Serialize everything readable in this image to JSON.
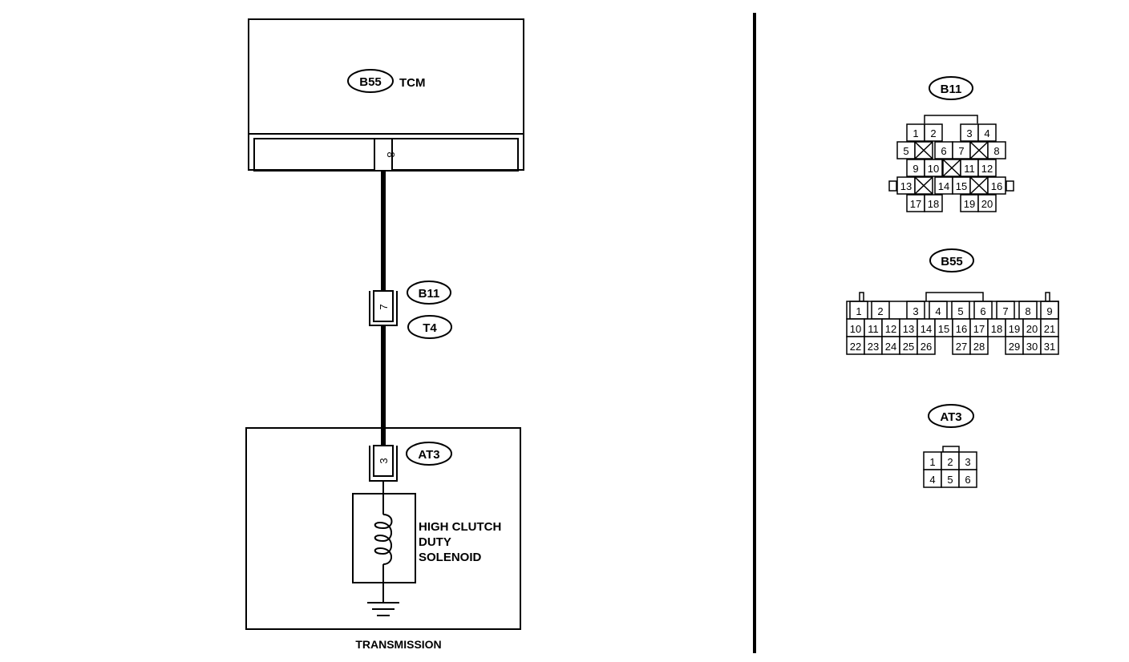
{
  "tcm": {
    "connector": "B55",
    "label": "TCM",
    "pin": "8"
  },
  "joint": {
    "connector_top": "B11",
    "connector_bottom": "T4",
    "pin": "7"
  },
  "transmission": {
    "label": "TRANSMISSION",
    "connector": "AT3",
    "pin": "3",
    "solenoid_lines": [
      "HIGH CLUTCH",
      "DUTY",
      "SOLENOID"
    ]
  },
  "connector_views": {
    "b11": {
      "name": "B11",
      "pins": [
        "1",
        "2",
        "3",
        "4",
        "5",
        "6",
        "7",
        "8",
        "9",
        "10",
        "11",
        "12",
        "13",
        "14",
        "15",
        "16",
        "17",
        "18",
        "19",
        "20"
      ]
    },
    "b55": {
      "name": "B55",
      "pins": [
        "1",
        "2",
        "3",
        "4",
        "5",
        "6",
        "7",
        "8",
        "9",
        "10",
        "11",
        "12",
        "13",
        "14",
        "15",
        "16",
        "17",
        "18",
        "19",
        "20",
        "21",
        "22",
        "23",
        "24",
        "25",
        "26",
        "27",
        "28",
        "29",
        "30",
        "31"
      ]
    },
    "at3": {
      "name": "AT3",
      "pins": [
        "1",
        "2",
        "3",
        "4",
        "5",
        "6"
      ]
    }
  }
}
